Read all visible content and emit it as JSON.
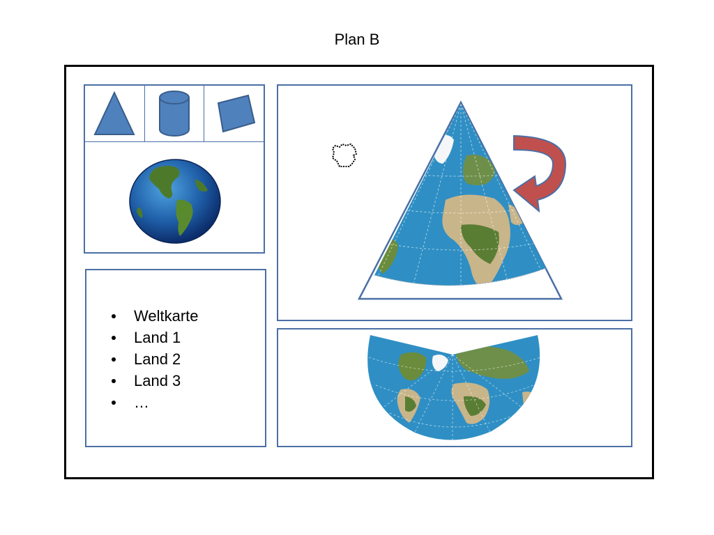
{
  "slide": {
    "title": "Plan B"
  },
  "shapes_panel": {
    "icons": [
      "triangle-icon",
      "cylinder-icon",
      "rotated-square-icon",
      "earth-globe-icon"
    ]
  },
  "list_panel": {
    "items": [
      "Weltkarte",
      "Land 1",
      "Land 2",
      "Land 3",
      "…"
    ]
  },
  "cone_panel": {
    "icons": [
      "grab-hand-cursor-icon",
      "rotate-arrow-icon",
      "cone-projection-map"
    ]
  },
  "map_panel": {
    "icons": [
      "unrolled-cone-map"
    ]
  },
  "colors": {
    "panel_border": "#4a6fa5",
    "shape_fill": "#4f81bd",
    "shape_stroke": "#385d8a",
    "ocean": "#2f8fc4",
    "arrow": "#c0504d"
  }
}
